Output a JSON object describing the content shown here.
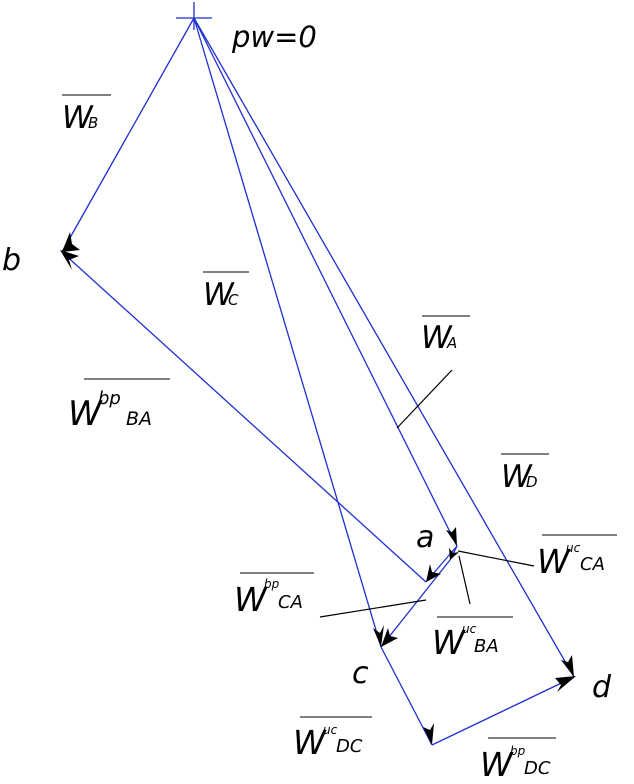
{
  "origin_label": "pw=0",
  "points": {
    "a": "a",
    "b": "b",
    "c": "c",
    "d": "d"
  },
  "labels": {
    "WB": {
      "main": "W",
      "sub": "B"
    },
    "WC": {
      "main": "W",
      "sub": "C"
    },
    "WA": {
      "main": "W",
      "sub": "A"
    },
    "WD": {
      "main": "W",
      "sub": "D"
    },
    "WbpBA": {
      "main": "W",
      "sup": "bp",
      "sub": "BA"
    },
    "WbpCA": {
      "main": "W",
      "sup": "bp",
      "sub": "CA"
    },
    "WucCA": {
      "main": "W",
      "sup": "uc",
      "sub": "CA"
    },
    "WucBA": {
      "main": "W",
      "sup": "uc",
      "sub": "BA"
    },
    "WucDC": {
      "main": "W",
      "sup": "uc",
      "sub": "DC"
    },
    "WbpDC": {
      "main": "W",
      "sup": "bp",
      "sub": "DC"
    }
  },
  "colors": {
    "vector": "#1f2fd0",
    "leader": "#000000"
  }
}
